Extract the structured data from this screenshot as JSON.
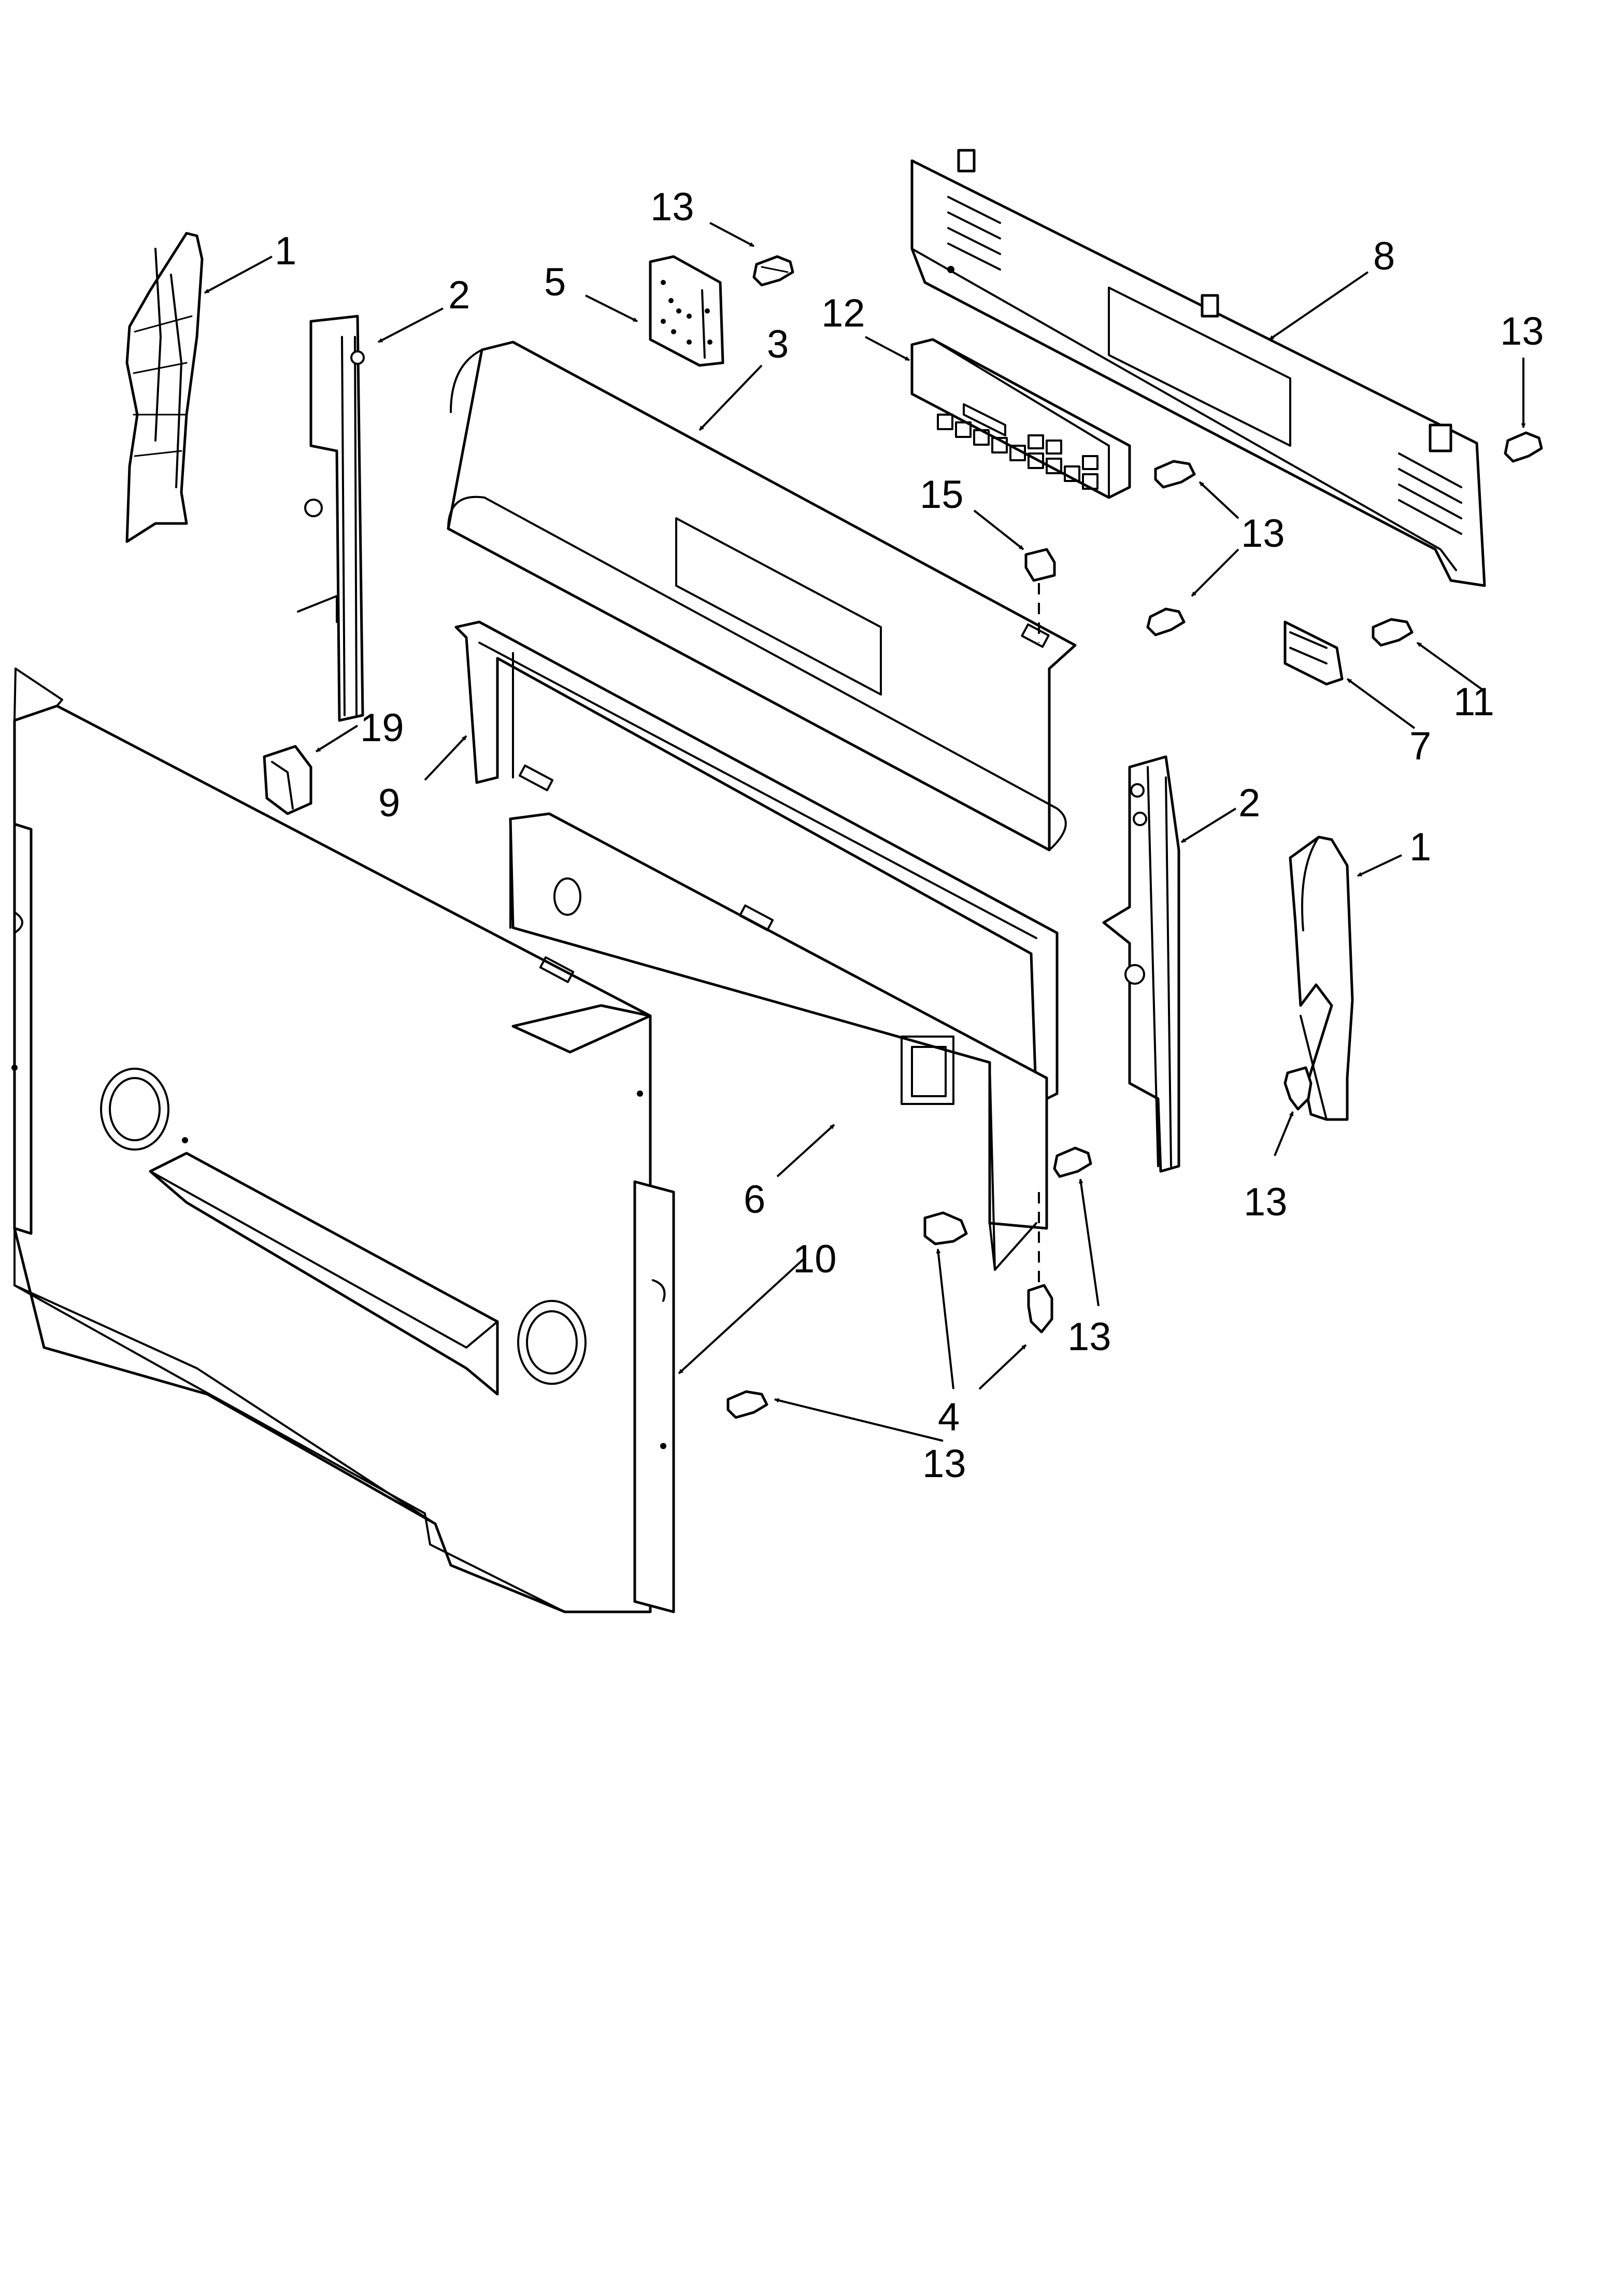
{
  "diagram": {
    "colors": {
      "line": "#000000",
      "background": "#ffffff"
    },
    "callouts": [
      {
        "id": "c-1-left",
        "label": "1"
      },
      {
        "id": "c-2-left",
        "label": "2"
      },
      {
        "id": "c-13-top",
        "label": "13"
      },
      {
        "id": "c-5",
        "label": "5"
      },
      {
        "id": "c-3",
        "label": "3"
      },
      {
        "id": "c-12",
        "label": "12"
      },
      {
        "id": "c-8",
        "label": "8"
      },
      {
        "id": "c-13-right",
        "label": "13"
      },
      {
        "id": "c-15",
        "label": "15"
      },
      {
        "id": "c-13-mid",
        "label": "13"
      },
      {
        "id": "c-11",
        "label": "11"
      },
      {
        "id": "c-7",
        "label": "7"
      },
      {
        "id": "c-19",
        "label": "19"
      },
      {
        "id": "c-9",
        "label": "9"
      },
      {
        "id": "c-2-right",
        "label": "2"
      },
      {
        "id": "c-1-right",
        "label": "1"
      },
      {
        "id": "c-6",
        "label": "6"
      },
      {
        "id": "c-13-endcap",
        "label": "13"
      },
      {
        "id": "c-10",
        "label": "10"
      },
      {
        "id": "c-13-lower",
        "label": "13"
      },
      {
        "id": "c-4",
        "label": "4"
      },
      {
        "id": "c-13-bottom",
        "label": "13"
      }
    ]
  }
}
